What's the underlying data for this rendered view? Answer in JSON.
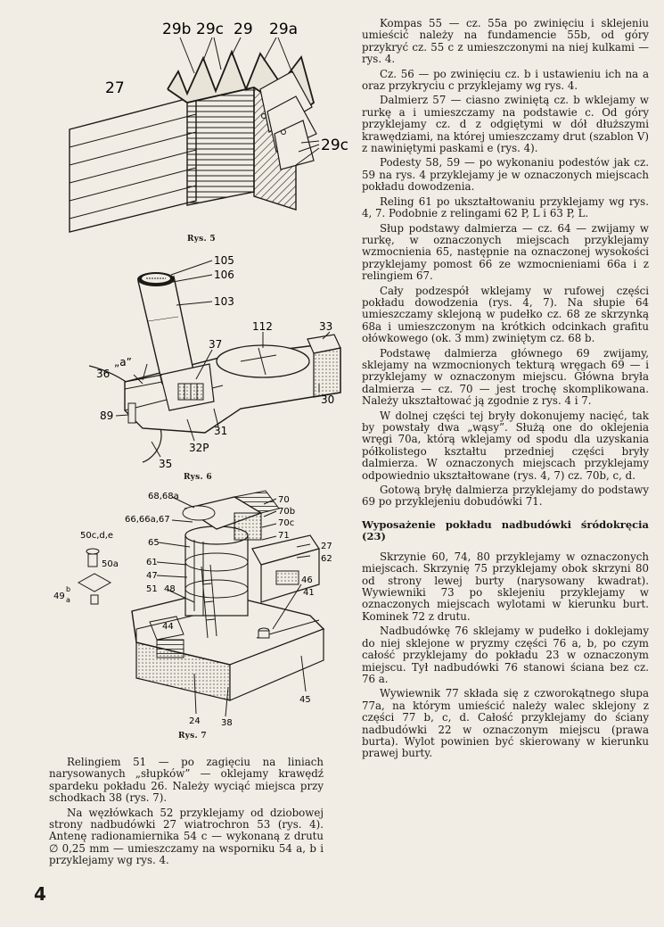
{
  "figures": {
    "rys5": {
      "caption": "Rys. 5",
      "labels": {
        "l29b": "29b",
        "l29c_top": "29c",
        "l29": "29",
        "l29a": "29a",
        "l27": "27",
        "l29c_side": "29c"
      }
    },
    "rys6": {
      "caption": "Rys. 6",
      "labels": {
        "l105": "105",
        "l106": "106",
        "l103": "103",
        "l112": "112",
        "l33": "33",
        "la": "„a”",
        "l37": "37",
        "l36": "36",
        "l30": "30",
        "l89": "89",
        "l31": "31",
        "l32p": "32P",
        "l35": "35"
      }
    },
    "rys7": {
      "caption": "Rys. 7",
      "labels": {
        "l6868a": "68,68a",
        "l6666a67": "66,66a,67",
        "l70": "70",
        "l70b": "70b",
        "l70c": "70c",
        "l71": "71",
        "l50cde": "50c,d,e",
        "l65": "65",
        "l27": "27",
        "l62": "62",
        "l61": "61",
        "l47": "47",
        "l50a": "50a",
        "l49b": "49",
        "l49sup": "b",
        "l49sub": "a",
        "l51": "51",
        "l48": "48",
        "l46": "46",
        "l41": "41",
        "l44": "44",
        "l45": "45",
        "l24": "24",
        "l38": "38"
      }
    }
  },
  "left_column": [
    "Relingiem 51 — po zagięciu na liniach narysowanych „słupków” — oklejamy krawędź spardeku pokładu 26. Należy wyciąć miejsca przy schodkach 38 (rys. 7).",
    "Na węzłówkach 52 przyklejamy od dziobowej strony nadbudówki 27 wiatrochron 53 (rys. 4). Antenę radionamiernika 54 c — wykonaną z drutu ∅ 0,25 mm — umieszczamy na wsporniku 54 a, b i przyklejamy wg rys. 4."
  ],
  "right_column": {
    "paragraphs_top": [
      "Kompas 55 — cz. 55a po zwinięciu i sklejeniu umieścić należy na fundamencie 55b, od góry przykryć cz. 55 c z umieszczonymi na niej kulkami — rys. 4.",
      "Cz. 56 — po zwinięciu cz. b i ustawieniu ich na a oraz przykryciu c przyklejamy wg rys. 4.",
      "Dalmierz 57 — ciasno zwiniętą cz. b wklejamy w rurkę a i umieszczamy na podstawie c. Od góry przyklejamy cz. d z odgiętymi w dół dłuższymi krawędziami, na której umieszczamy drut (szablon V) z nawiniętymi paskami e (rys. 4).",
      "Podesty 58, 59 — po wykonaniu podestów jak cz. 59 na rys. 4 przyklejamy je w oznaczonych miejscach pokładu dowodzenia.",
      "Reling 61 po ukształtowaniu przyklejamy wg rys. 4, 7. Podobnie z relingami 62 P, L i 63 P, L.",
      "Słup podstawy dalmierza — cz. 64 — zwijamy w rurkę, w oznaczonych miejscach przyklejamy wzmocnienia 65, następnie na oznaczonej wysokości przyklejamy pomost 66 ze wzmocnieniami 66a i z relingiem 67.",
      "Cały podzespół wklejamy w rufowej części pokładu dowodzenia (rys. 4, 7). Na słupie 64 umieszczamy sklejoną w pudełko cz. 68 ze skrzynką 68a i umieszczonym na krótkich odcinkach grafitu ołówkowego (ok. 3 mm) zwiniętym cz. 68 b.",
      "Podstawę dalmierza głównego 69 zwijamy, sklejamy na wzmocnionych tekturą wręgach 69 — i przyklejamy w oznaczonym miejscu. Główna bryła dalmierza — cz. 70 — jest trochę skomplikowana. Należy ukształtować ją zgodnie z rys. 4 i 7.",
      "W dolnej części tej bryły dokonujemy nacięć, tak by powstały dwa „wąsy”. Służą one do oklejenia wręgi 70a, którą wklejamy od spodu dla uzyskania półkolistego kształtu przedniej części bryły dalmierza. W oznaczonych miejscach przyklejamy odpowiednio ukształtowane (rys. 4, 7) cz. 70b, c, d.",
      "Gotową bryłę dalmierza przyklejamy do podstawy 69 po przyklejeniu dobudówki 71."
    ],
    "heading": "Wyposażenie pokładu nadbudówki śródokręcia (23)",
    "paragraphs_bottom": [
      "Skrzynie 60, 74, 80 przyklejamy w oznaczonych miejscach. Skrzynię 75 przyklejamy obok skrzyni 80 od strony lewej burty (narysowany kwadrat). Wywiewniki 73 po sklejeniu przyklejamy w oznaczonych miejscach wylotami w kierunku burt. Kominek 72 z drutu.",
      "Nadbudówkę 76 sklejamy w pudełko i doklejamy do niej sklejone w pryzmy części 76 a, b, po czym całość przyklejamy do pokładu 23 w oznaczonym miejscu. Tył nadbudówki 76 stanowi ściana bez cz. 76 a.",
      "Wywiewnik 77 składa się z czworokątnego słupa 77a, na którym umieścić należy walec sklejony z części 77 b, c, d. Całość przyklejamy do ściany nadbudówki 22 w oznaczonym miejscu (prawa burta). Wylot powinien być skierowany w kierunku prawej burty."
    ]
  },
  "page_number": "4"
}
